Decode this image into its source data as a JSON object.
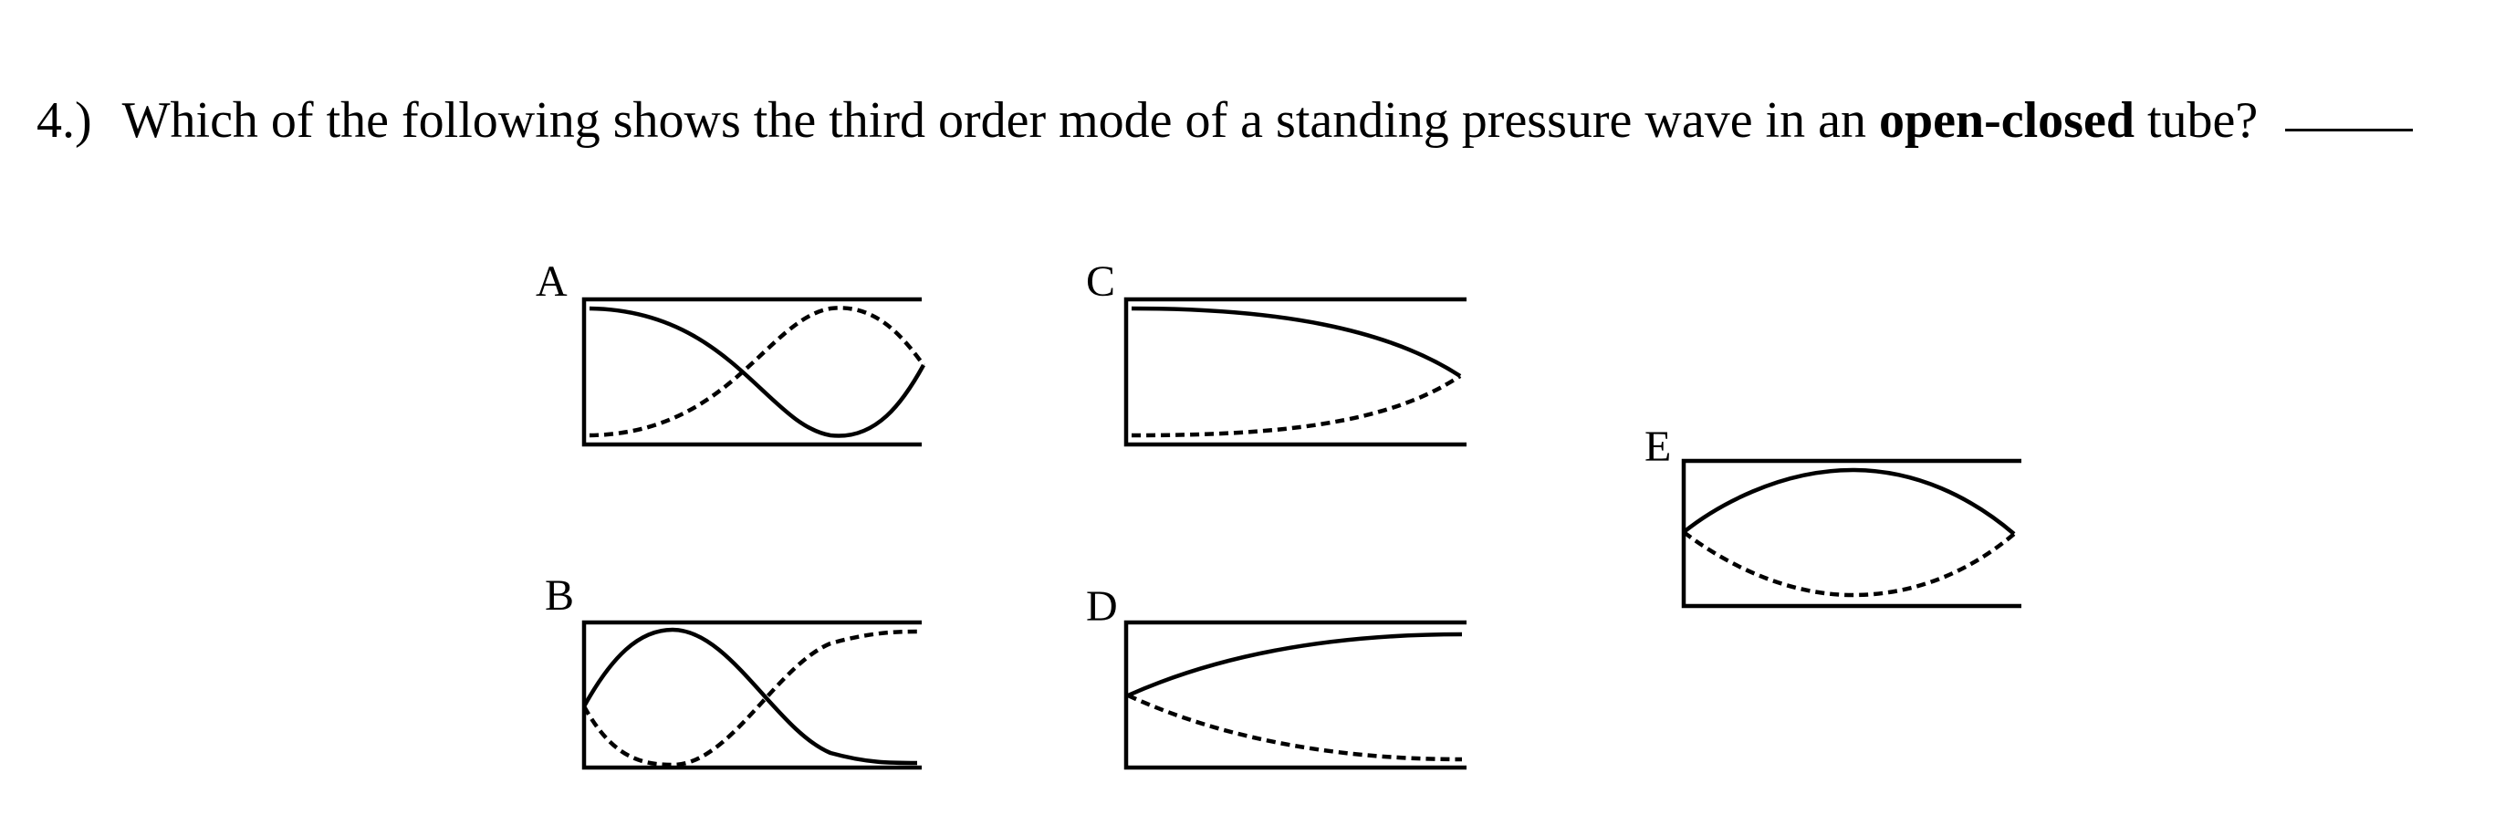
{
  "question": {
    "number": "4.)",
    "text_before": "Which of the following shows the third order mode of a standing pressure wave in an",
    "emphasis": "open-closed",
    "text_after": "tube?"
  },
  "options": {
    "a": "A",
    "b": "B",
    "c": "C",
    "d": "D",
    "e": "E"
  }
}
